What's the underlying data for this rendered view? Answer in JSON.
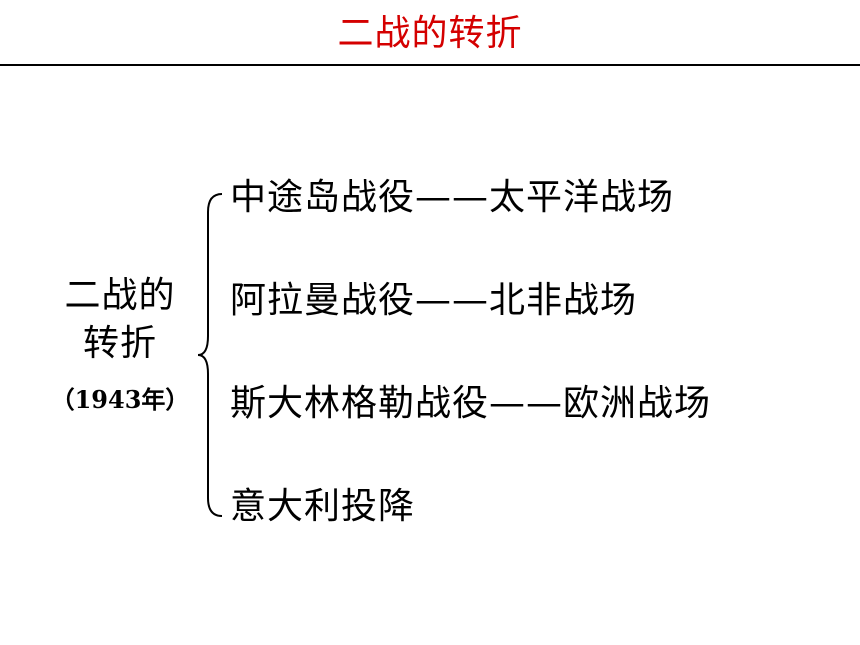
{
  "title": "二战的转折",
  "side_label": {
    "line1": "二战的",
    "line2": "转折",
    "year": "（1943年）"
  },
  "items": [
    "中途岛战役——太平洋战场",
    "阿拉曼战役——北非战场",
    "斯大林格勒战役——欧洲战场",
    "意大利投降"
  ],
  "colors": {
    "title": "#d40000",
    "text": "#000000",
    "background": "#ffffff"
  }
}
